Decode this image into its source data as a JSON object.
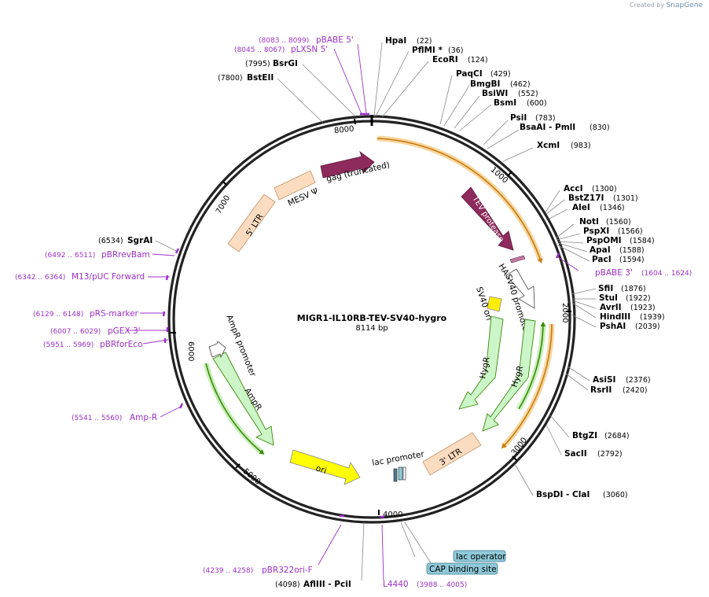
{
  "credit": {
    "prefix": "Created by",
    "brand": "SnapGene"
  },
  "plasmid": {
    "name": "MIGR1-IL10RB-TEV-SV40-hygro",
    "length": "8114 bp"
  },
  "ticks": [
    "1000",
    "2000",
    "3000",
    "4000",
    "5000",
    "6000",
    "7000",
    "8000"
  ],
  "enzymes_right": [
    {
      "name": "HpaI",
      "pos": "(22)"
    },
    {
      "name": "PflMI *",
      "pos": "(36)"
    },
    {
      "name": "EcoRI",
      "pos": "(124)"
    },
    {
      "name": "PaqCI",
      "pos": "(429)"
    },
    {
      "name": "BmgBI",
      "pos": "(462)"
    },
    {
      "name": "BsiWI",
      "pos": "(552)"
    },
    {
      "name": "BsmI",
      "pos": "(600)"
    },
    {
      "name": "PsiI",
      "pos": "(783)"
    },
    {
      "name": "BsaAI - PmlI",
      "pos": "(830)"
    },
    {
      "name": "XcmI",
      "pos": "(983)"
    },
    {
      "name": "AccI",
      "pos": "(1300)"
    },
    {
      "name": "BstZ17I",
      "pos": "(1301)"
    },
    {
      "name": "AleI",
      "pos": "(1346)"
    },
    {
      "name": "NotI",
      "pos": "(1560)"
    },
    {
      "name": "PspXI",
      "pos": "(1566)"
    },
    {
      "name": "PspOMI",
      "pos": "(1584)"
    },
    {
      "name": "ApaI",
      "pos": "(1588)"
    },
    {
      "name": "PacI",
      "pos": "(1594)"
    },
    {
      "name": "SfiI",
      "pos": "(1876)"
    },
    {
      "name": "StuI",
      "pos": "(1922)"
    },
    {
      "name": "AvrII",
      "pos": "(1923)"
    },
    {
      "name": "HindIII",
      "pos": "(1939)"
    },
    {
      "name": "PshAI",
      "pos": "(2039)"
    },
    {
      "name": "AsiSI",
      "pos": "(2376)"
    },
    {
      "name": "RsrII",
      "pos": "(2420)"
    },
    {
      "name": "BtgZI",
      "pos": "(2684)"
    },
    {
      "name": "SacII",
      "pos": "(2792)"
    },
    {
      "name": "BspDI - ClaI",
      "pos": "(3060)"
    }
  ],
  "enzymes_left": [
    {
      "name": "BsrGI",
      "pos": "(7995)"
    },
    {
      "name": "BstEII",
      "pos": "(7800)"
    },
    {
      "name": "SgrAI",
      "pos": "(6534)"
    },
    {
      "name": "AflIII - PciI",
      "pos": "(4098)"
    }
  ],
  "primers": [
    {
      "name": "pBABE 5'",
      "pos": "(8083 .. 8099)"
    },
    {
      "name": "pLXSN 5'",
      "pos": "(8045 .. 8067)"
    },
    {
      "name": "pBABE 3'",
      "pos": "(1604 .. 1624)"
    },
    {
      "name": "pBRrevBam",
      "pos": "(6492 .. 6511)"
    },
    {
      "name": "M13/pUC Forward",
      "pos": "(6342 .. 6364)"
    },
    {
      "name": "pRS-marker",
      "pos": "(6129 .. 6148)"
    },
    {
      "name": "pGEX 3'",
      "pos": "(6007 .. 6029)"
    },
    {
      "name": "pBRforEco",
      "pos": "(5951 .. 5969)"
    },
    {
      "name": "Amp-R",
      "pos": "(5541 .. 5560)"
    },
    {
      "name": "pBR322ori-F",
      "pos": "(4239 .. 4258)"
    },
    {
      "name": "L4440",
      "pos": "(3988 .. 4005)"
    }
  ],
  "features": {
    "gag": "gag (truncated)",
    "mesv": "MESV Ψ",
    "ltr5": "5' LTR",
    "tev": "TEV protease",
    "ha": "HA",
    "sv40p": "SV40 promoter",
    "sv40ori": "SV40 ori",
    "hygr1": "HygR",
    "hygr2": "HygR",
    "ltr3": "3' LTR",
    "lacp": "lac promoter",
    "ori": "ori",
    "ampr": "AmpR",
    "amprp": "AmpR promoter",
    "lacop": "lac operator",
    "cap": "CAP binding site"
  },
  "colors": {
    "gag": "#8e2a5c",
    "ltr": "#fbdcc0",
    "hygr": "#ccf5c8",
    "ori": "#ffff00",
    "ampr": "#ccf5c8",
    "sv40ori": "#ffee00",
    "primer": "#9b30c8",
    "orf_orange": "#f0a030",
    "orf_green": "#3a8a0a",
    "box": "#8fc9d9"
  }
}
